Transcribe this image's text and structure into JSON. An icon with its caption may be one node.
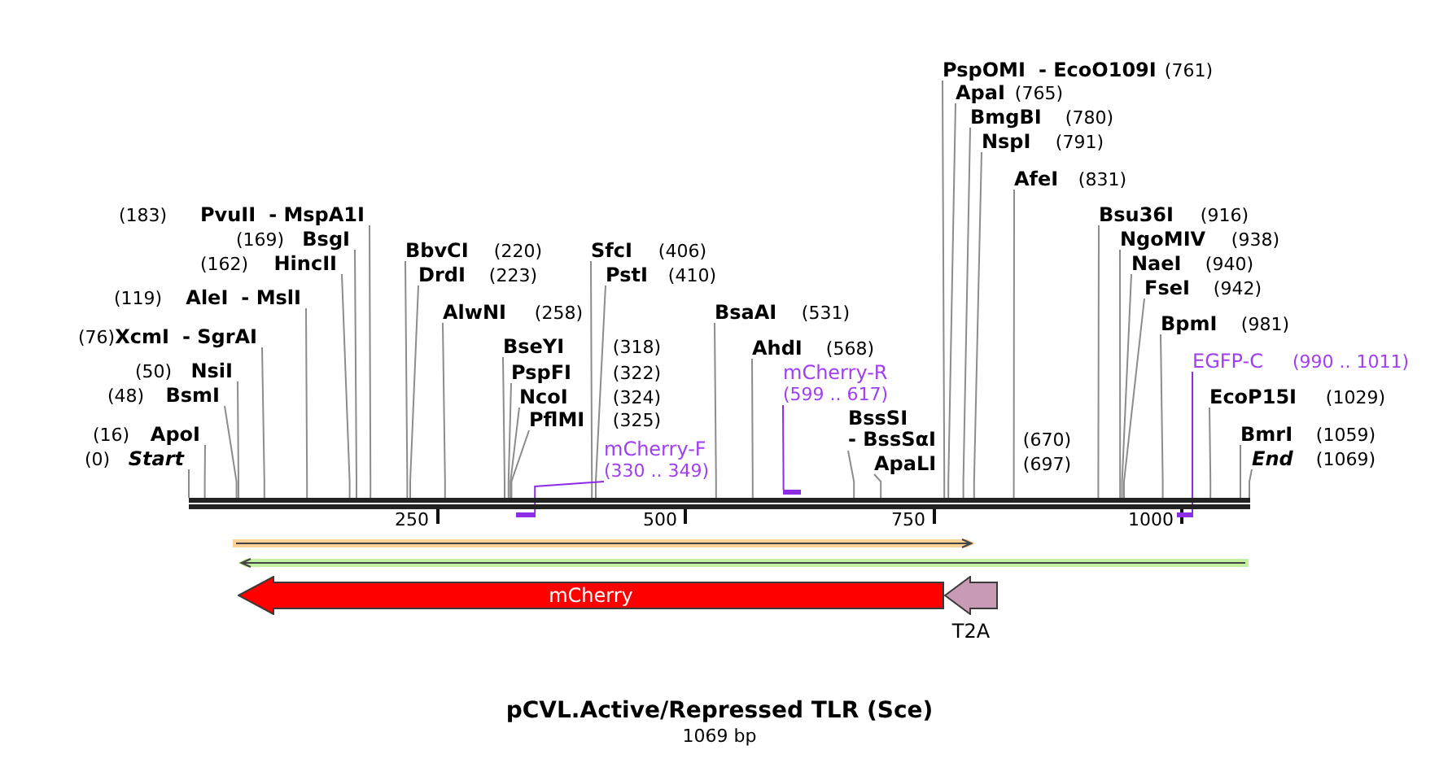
{
  "diagram": {
    "title": "pCVL.Active/Repressed TLR (Sce)",
    "caption": "1069 bp",
    "nodes": [
      {
        "text": [
          "PspOMI",
          "- EcoO109I",
          "(761)"
        ]
      },
      {
        "text": [
          "ApaI",
          "(765)"
        ]
      },
      {
        "text": [
          "BmgBI",
          "(780)"
        ]
      },
      {
        "text": [
          "NspI",
          "(791)"
        ]
      },
      {
        "text": [
          "AfeI",
          "(831)"
        ]
      },
      {
        "text": [
          "(183)",
          "PvuII",
          "- MspA1I"
        ]
      },
      {
        "text": [
          "Bsu36I",
          "(916)"
        ]
      },
      {
        "text": [
          "(169)",
          "BsgI"
        ]
      },
      {
        "text": [
          "NgoMIV",
          "(938)"
        ]
      },
      {
        "text": [
          "BbvCI",
          "(220)"
        ]
      },
      {
        "text": [
          "SfcI",
          "(406)"
        ]
      },
      {
        "text": [
          "(162)",
          "HincII"
        ]
      },
      {
        "text": [
          "NaeI",
          "(940)"
        ]
      },
      {
        "text": [
          "DrdI",
          "(223)"
        ]
      },
      {
        "text": [
          "PstI",
          "(410)"
        ]
      },
      {
        "text": [
          "FseI",
          "(942)"
        ]
      },
      {
        "text": [
          "(119)",
          "AleI",
          "- MslI"
        ]
      },
      {
        "text": [
          "AlwNI",
          "(258)"
        ]
      },
      {
        "text": [
          "BsaAI",
          "(531)"
        ]
      },
      {
        "text": [
          "BpmI",
          "(981)"
        ]
      },
      {
        "text": [
          "(76)",
          "XcmI",
          "- SgrAI"
        ]
      },
      {
        "text": [
          "BseYI",
          "(318)"
        ]
      },
      {
        "text": [
          "AhdI",
          "(568)"
        ]
      },
      {
        "text": [
          "EGFP-C",
          "(990 .. 1011)"
        ]
      },
      {
        "text": [
          "(50)",
          "NsiI"
        ]
      },
      {
        "text": [
          "PspFI",
          "(322)"
        ]
      },
      {
        "text": [
          "mCherry-R",
          "(599 .. 617)"
        ]
      },
      {
        "text": [
          "(48)",
          "BsmI"
        ]
      },
      {
        "text": [
          "NcoI",
          "(324)"
        ]
      },
      {
        "text": [
          "EcoP15I",
          "(1029)"
        ]
      },
      {
        "text": [
          "PflMI",
          "(325)"
        ]
      },
      {
        "text": [
          "BssSI",
          "- BssSαI",
          "(670)"
        ]
      },
      {
        "text": [
          "(16)",
          "ApoI"
        ]
      },
      {
        "text": [
          "BmrI",
          "(1059)"
        ]
      },
      {
        "text": [
          "(0)",
          "Start"
        ]
      },
      {
        "text": [
          "mCherry-F",
          "(330 .. 349)"
        ]
      },
      {
        "text": [
          "ApaLI",
          "(697)"
        ]
      },
      {
        "text": [
          "End",
          "(1069)"
        ]
      },
      {
        "text": [],
        "shape": "bar"
      },
      {
        "text": [],
        "shape": "bar"
      },
      {
        "text": [],
        "shape": "bar"
      },
      {
        "text": [],
        "shape": "bar"
      },
      {
        "text": [],
        "shape": "arrow"
      },
      {
        "text": [],
        "shape": "arrow"
      },
      {
        "text": [
          "mCherry"
        ]
      },
      {
        "text": [
          "T2A"
        ]
      }
    ],
    "edges": [
      {
        "from": 0,
        "to": 38,
        "arrow": "none"
      },
      {
        "from": 1,
        "to": 38,
        "arrow": "none"
      },
      {
        "from": 2,
        "to": 38,
        "arrow": "none"
      },
      {
        "from": 3,
        "to": 38,
        "arrow": "none"
      },
      {
        "from": 4,
        "to": 38,
        "arrow": "none"
      },
      {
        "from": 5,
        "to": 38,
        "arrow": "none"
      },
      {
        "from": 6,
        "to": 38,
        "arrow": "none"
      },
      {
        "from": 7,
        "to": 38,
        "arrow": "none"
      },
      {
        "from": 8,
        "to": 38,
        "arrow": "none"
      },
      {
        "from": 9,
        "to": 38,
        "arrow": "none"
      },
      {
        "from": 10,
        "to": 38,
        "arrow": "none"
      },
      {
        "from": 11,
        "to": 38,
        "arrow": "none"
      },
      {
        "from": 12,
        "to": 38,
        "arrow": "none"
      },
      {
        "from": 13,
        "to": 38,
        "arrow": "none"
      },
      {
        "from": 14,
        "to": 38,
        "arrow": "none"
      },
      {
        "from": 15,
        "to": 38,
        "arrow": "none"
      },
      {
        "from": 16,
        "to": 38,
        "arrow": "none"
      },
      {
        "from": 17,
        "to": 38,
        "arrow": "none"
      },
      {
        "from": 18,
        "to": 38,
        "arrow": "none"
      },
      {
        "from": 19,
        "to": 38,
        "arrow": "none"
      },
      {
        "from": 20,
        "to": 38,
        "arrow": "none"
      },
      {
        "from": 21,
        "to": 38,
        "arrow": "none"
      },
      {
        "from": 22,
        "to": 38,
        "arrow": "none"
      },
      {
        "from": 23,
        "to": 41,
        "arrow": "none",
        "color": "#8d2ee6"
      },
      {
        "from": 24,
        "to": 38,
        "arrow": "none"
      },
      {
        "from": 25,
        "to": 38,
        "arrow": "none"
      },
      {
        "from": 26,
        "to": 39,
        "arrow": "none",
        "color": "#8d2ee6"
      },
      {
        "from": 27,
        "to": 38,
        "arrow": "none"
      },
      {
        "from": 28,
        "to": 38,
        "arrow": "none"
      },
      {
        "from": 29,
        "to": 38,
        "arrow": "none"
      },
      {
        "from": 30,
        "to": 38,
        "arrow": "none"
      },
      {
        "from": 31,
        "to": 38,
        "arrow": "none"
      },
      {
        "from": 32,
        "to": 38,
        "arrow": "none"
      },
      {
        "from": 33,
        "to": 38,
        "arrow": "none"
      },
      {
        "from": 34,
        "to": 38,
        "arrow": "none"
      },
      {
        "from": 35,
        "to": 40,
        "arrow": "none",
        "color": "#8d2ee6"
      },
      {
        "from": 36,
        "to": 38,
        "arrow": "none"
      },
      {
        "from": 37,
        "to": 38,
        "arrow": "none"
      }
    ],
    "labels": [
      "250",
      "500",
      "750",
      "1000"
    ]
  }
}
